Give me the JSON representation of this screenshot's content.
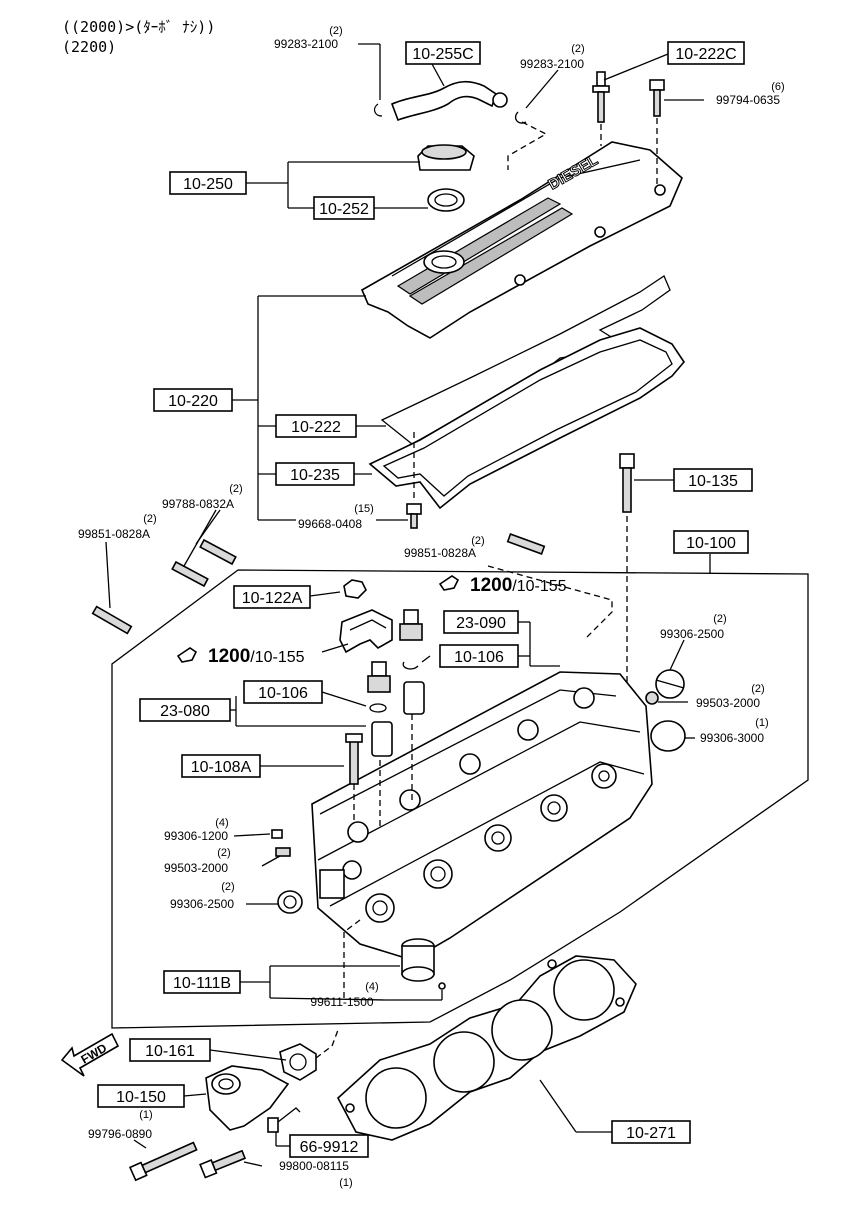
{
  "header": {
    "line1": "((2000)>(ﾀｰﾎﾞ ﾅｼ))",
    "line2": "(2200)"
  },
  "refs": {
    "r_10_255C": "10-255C",
    "r_10_222C": "10-222C",
    "r_10_250": "10-250",
    "r_10_252": "10-252",
    "r_10_220": "10-220",
    "r_10_222": "10-222",
    "r_10_235": "10-235",
    "r_10_135": "10-135",
    "r_10_100": "10-100",
    "r_10_122A": "10-122A",
    "r_23_090": "23-090",
    "r_10_106a": "10-106",
    "r_10_106b": "10-106",
    "r_23_080": "23-080",
    "r_10_108A": "10-108A",
    "r_10_111B": "10-111B",
    "r_10_161": "10-161",
    "r_10_150": "10-150",
    "r_66_9912": "66-9912",
    "r_10_271": "10-271"
  },
  "parts": {
    "p1": {
      "qty": "(2)",
      "num": "99283-2100"
    },
    "p2": {
      "qty": "(2)",
      "num": "99283-2100"
    },
    "p3": {
      "qty": "(6)",
      "num": "99794-0635"
    },
    "p4": {
      "qty": "(2)",
      "num": "99788-0832A"
    },
    "p5": {
      "qty": "(2)",
      "num": "99851-0828A"
    },
    "p6": {
      "qty": "(15)",
      "num": "99668-0408"
    },
    "p7": {
      "qty": "(2)",
      "num": "99851-0828A"
    },
    "p8": {
      "qty": "(2)",
      "num": "99306-2500"
    },
    "p9": {
      "qty": "(2)",
      "num": "99503-2000"
    },
    "p10": {
      "qty": "(1)",
      "num": "99306-3000"
    },
    "p11": {
      "qty": "(4)",
      "num": "99306-1200"
    },
    "p12": {
      "qty": "(2)",
      "num": "99503-2000"
    },
    "p13": {
      "qty": "(2)",
      "num": "99306-2500"
    },
    "p14": {
      "qty": "(4)",
      "num": "99611-1500"
    },
    "p15": {
      "qty": "(1)",
      "num": "99796-0890"
    },
    "p16": {
      "qty": "(1)",
      "num": "99800-08115"
    }
  },
  "sealant": {
    "a": {
      "big": "1200",
      "small": "/10-155"
    },
    "b": {
      "big": "1200",
      "small": "/10-155"
    }
  },
  "fwd_label": "FWD",
  "cover_label": "DIESEL"
}
